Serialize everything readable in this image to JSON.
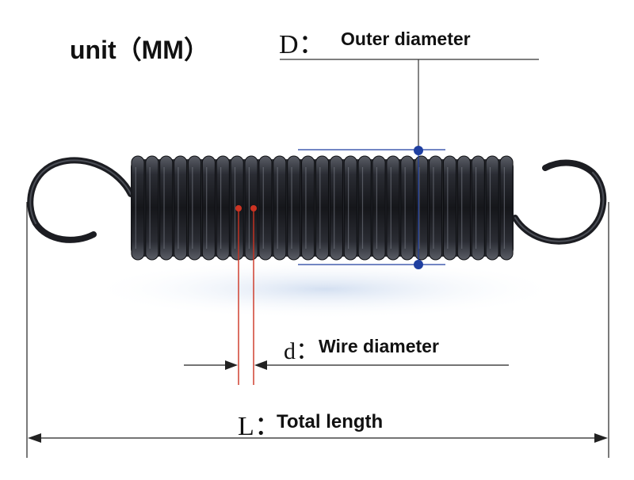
{
  "unit_label": "unit（MM）",
  "outer_diameter": {
    "symbol": "D：",
    "label": "Outer diameter"
  },
  "wire_diameter": {
    "symbol": "d：",
    "label": "Wire diameter"
  },
  "total_length": {
    "symbol": "L：",
    "label": "Total length"
  },
  "icon": "extension-spring-with-hooks",
  "colors": {
    "spring": "#1c1d22",
    "dimension_line": "#333333",
    "outer_marker": "#1f3fa0",
    "wire_marker": "#cc3322"
  }
}
